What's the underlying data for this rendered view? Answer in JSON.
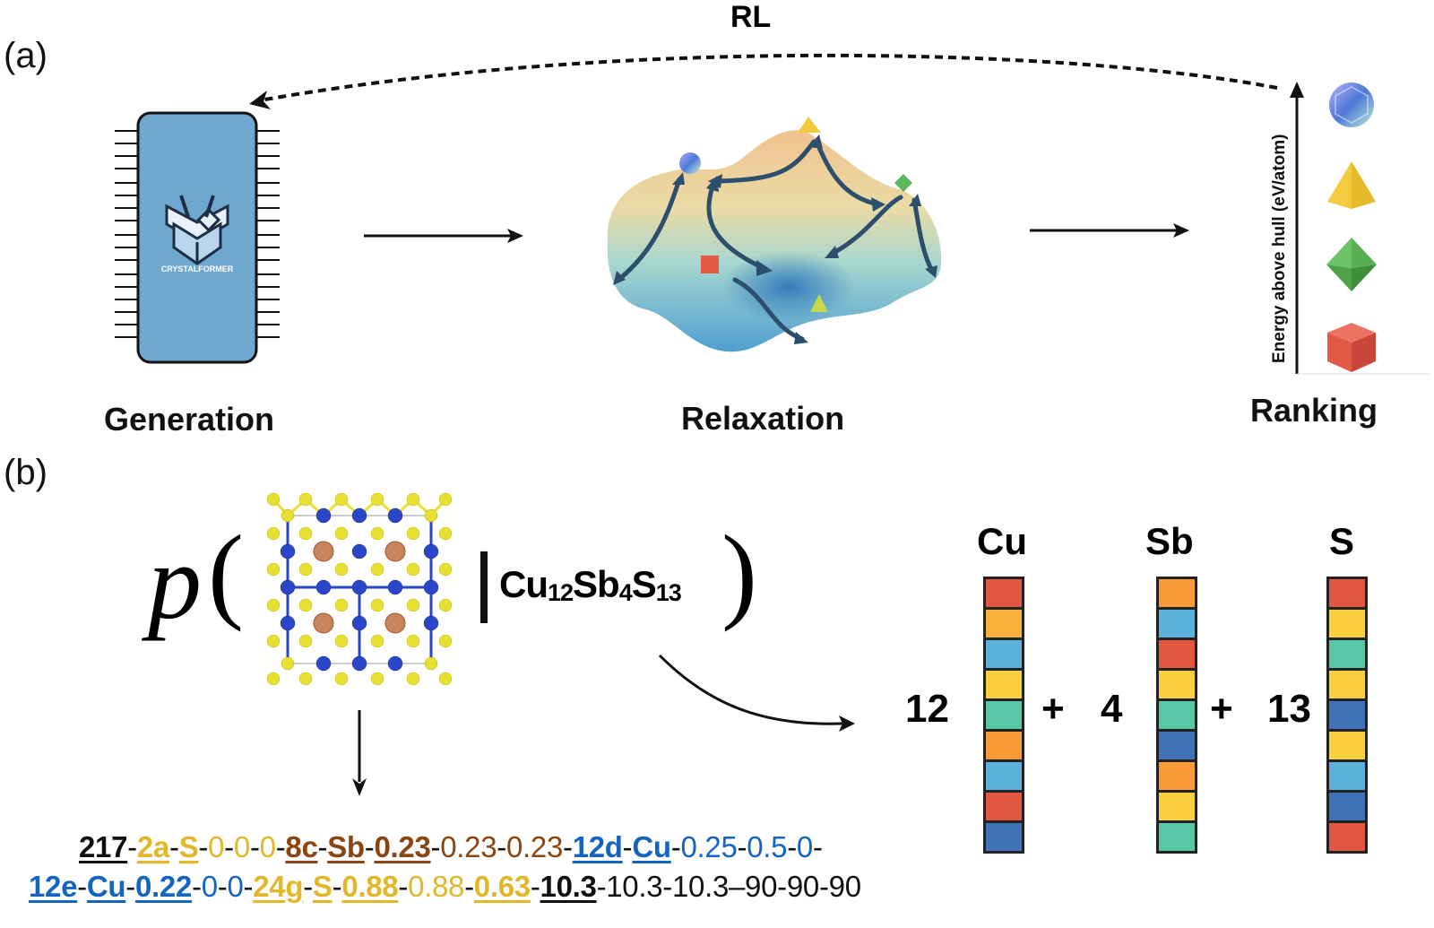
{
  "panel_a": {
    "label": "(a)",
    "rl_label": "RL",
    "generation": {
      "label": "Generation",
      "chip_logo_text": "CRYSTALFORMER",
      "chip_color": "#6fa8cf"
    },
    "relaxation": {
      "label": "Relaxation",
      "landscape_icon": "energy-landscape"
    },
    "ranking": {
      "label": "Ranking",
      "axis_label": "Energy above hull (eV/atom)",
      "shapes": [
        {
          "name": "polyhedron-sphere",
          "color": "#7a8ee0"
        },
        {
          "name": "tetrahedron",
          "color": "#f0c93c"
        },
        {
          "name": "octahedron",
          "color": "#5cb85c"
        },
        {
          "name": "cube",
          "color": "#e25a45"
        }
      ]
    }
  },
  "panel_b": {
    "label": "(b)",
    "probability": {
      "p_symbol": "p",
      "open_paren": "(",
      "close_paren": ")",
      "bar": "|",
      "formula": [
        {
          "sym": "Cu",
          "sub": "12"
        },
        {
          "sym": "Sb",
          "sub": "4"
        },
        {
          "sym": "S",
          "sub": "13"
        }
      ]
    },
    "sequence": {
      "line1": [
        {
          "t": "217",
          "c": "#111111",
          "b": true
        },
        {
          "t": "-",
          "c": "#111111",
          "b": false
        },
        {
          "t": "2a",
          "c": "#e0b82a",
          "b": true
        },
        {
          "t": "-",
          "c": "#111111",
          "b": false
        },
        {
          "t": "S",
          "c": "#e0b82a",
          "b": true
        },
        {
          "t": "-",
          "c": "#111111",
          "b": false
        },
        {
          "t": "0",
          "c": "#e0b82a",
          "b": false
        },
        {
          "t": "-",
          "c": "#111111",
          "b": false
        },
        {
          "t": "0",
          "c": "#e0b82a",
          "b": false
        },
        {
          "t": "-",
          "c": "#111111",
          "b": false
        },
        {
          "t": "0",
          "c": "#e0b82a",
          "b": false
        },
        {
          "t": "-",
          "c": "#111111",
          "b": false
        },
        {
          "t": "8c",
          "c": "#8b4513",
          "b": true
        },
        {
          "t": "-",
          "c": "#111111",
          "b": false
        },
        {
          "t": "Sb",
          "c": "#8b4513",
          "b": true
        },
        {
          "t": "-",
          "c": "#111111",
          "b": false
        },
        {
          "t": "0.23",
          "c": "#8b4513",
          "b": true
        },
        {
          "t": "-",
          "c": "#111111",
          "b": false
        },
        {
          "t": "0.23",
          "c": "#8b4513",
          "b": false
        },
        {
          "t": "-",
          "c": "#111111",
          "b": false
        },
        {
          "t": "0.23",
          "c": "#8b4513",
          "b": false
        },
        {
          "t": "-",
          "c": "#111111",
          "b": false
        },
        {
          "t": "12d",
          "c": "#1565c0",
          "b": true
        },
        {
          "t": "-",
          "c": "#111111",
          "b": false
        },
        {
          "t": "Cu",
          "c": "#1565c0",
          "b": true
        },
        {
          "t": "-",
          "c": "#111111",
          "b": false
        },
        {
          "t": "0.25",
          "c": "#1565c0",
          "b": false
        },
        {
          "t": "-",
          "c": "#111111",
          "b": false
        },
        {
          "t": "0.5",
          "c": "#1565c0",
          "b": false
        },
        {
          "t": "-",
          "c": "#111111",
          "b": false
        },
        {
          "t": "0",
          "c": "#1565c0",
          "b": false
        },
        {
          "t": "-",
          "c": "#111111",
          "b": false
        }
      ],
      "line2": [
        {
          "t": "12e",
          "c": "#1565c0",
          "b": true
        },
        {
          "t": "-",
          "c": "#111111",
          "b": false
        },
        {
          "t": "Cu",
          "c": "#1565c0",
          "b": true
        },
        {
          "t": "-",
          "c": "#111111",
          "b": false
        },
        {
          "t": "0.22",
          "c": "#1565c0",
          "b": true
        },
        {
          "t": "-",
          "c": "#111111",
          "b": false
        },
        {
          "t": "0",
          "c": "#1565c0",
          "b": false
        },
        {
          "t": "-",
          "c": "#111111",
          "b": false
        },
        {
          "t": "0",
          "c": "#1565c0",
          "b": false
        },
        {
          "t": "-",
          "c": "#111111",
          "b": false
        },
        {
          "t": "24g",
          "c": "#e0b82a",
          "b": true
        },
        {
          "t": "-",
          "c": "#111111",
          "b": false
        },
        {
          "t": "S",
          "c": "#e0b82a",
          "b": true
        },
        {
          "t": "-",
          "c": "#111111",
          "b": false
        },
        {
          "t": "0.88",
          "c": "#e0b82a",
          "b": true
        },
        {
          "t": "-",
          "c": "#111111",
          "b": false
        },
        {
          "t": "0.88",
          "c": "#e0b82a",
          "b": false
        },
        {
          "t": "-",
          "c": "#111111",
          "b": false
        },
        {
          "t": "0.63",
          "c": "#e0b82a",
          "b": true
        },
        {
          "t": "-",
          "c": "#111111",
          "b": false
        },
        {
          "t": "10.3",
          "c": "#111111",
          "b": true
        },
        {
          "t": "-10.3-10.3–90-90-90",
          "c": "#111111",
          "b": false
        }
      ]
    },
    "composition": {
      "columns": [
        {
          "element": "Cu",
          "count": "12",
          "cells": [
            "#e2553f",
            "#f6b23c",
            "#5bb1d9",
            "#fbcf3e",
            "#58c7a5",
            "#f99a38",
            "#5bb1d9",
            "#e2553f",
            "#3f73b5"
          ]
        },
        {
          "element": "Sb",
          "count": "4",
          "cells": [
            "#f99a38",
            "#5bb1d9",
            "#e2553f",
            "#fbcf3e",
            "#58c7a5",
            "#3f73b5",
            "#f99a38",
            "#fbcf3e",
            "#58c7a5"
          ]
        },
        {
          "element": "S",
          "count": "13",
          "cells": [
            "#e2553f",
            "#fbcf3e",
            "#58c7a5",
            "#fbcf3e",
            "#3f73b5",
            "#fbcf3e",
            "#5bb1d9",
            "#3f73b5",
            "#e2553f"
          ]
        }
      ],
      "plus": "+"
    }
  }
}
